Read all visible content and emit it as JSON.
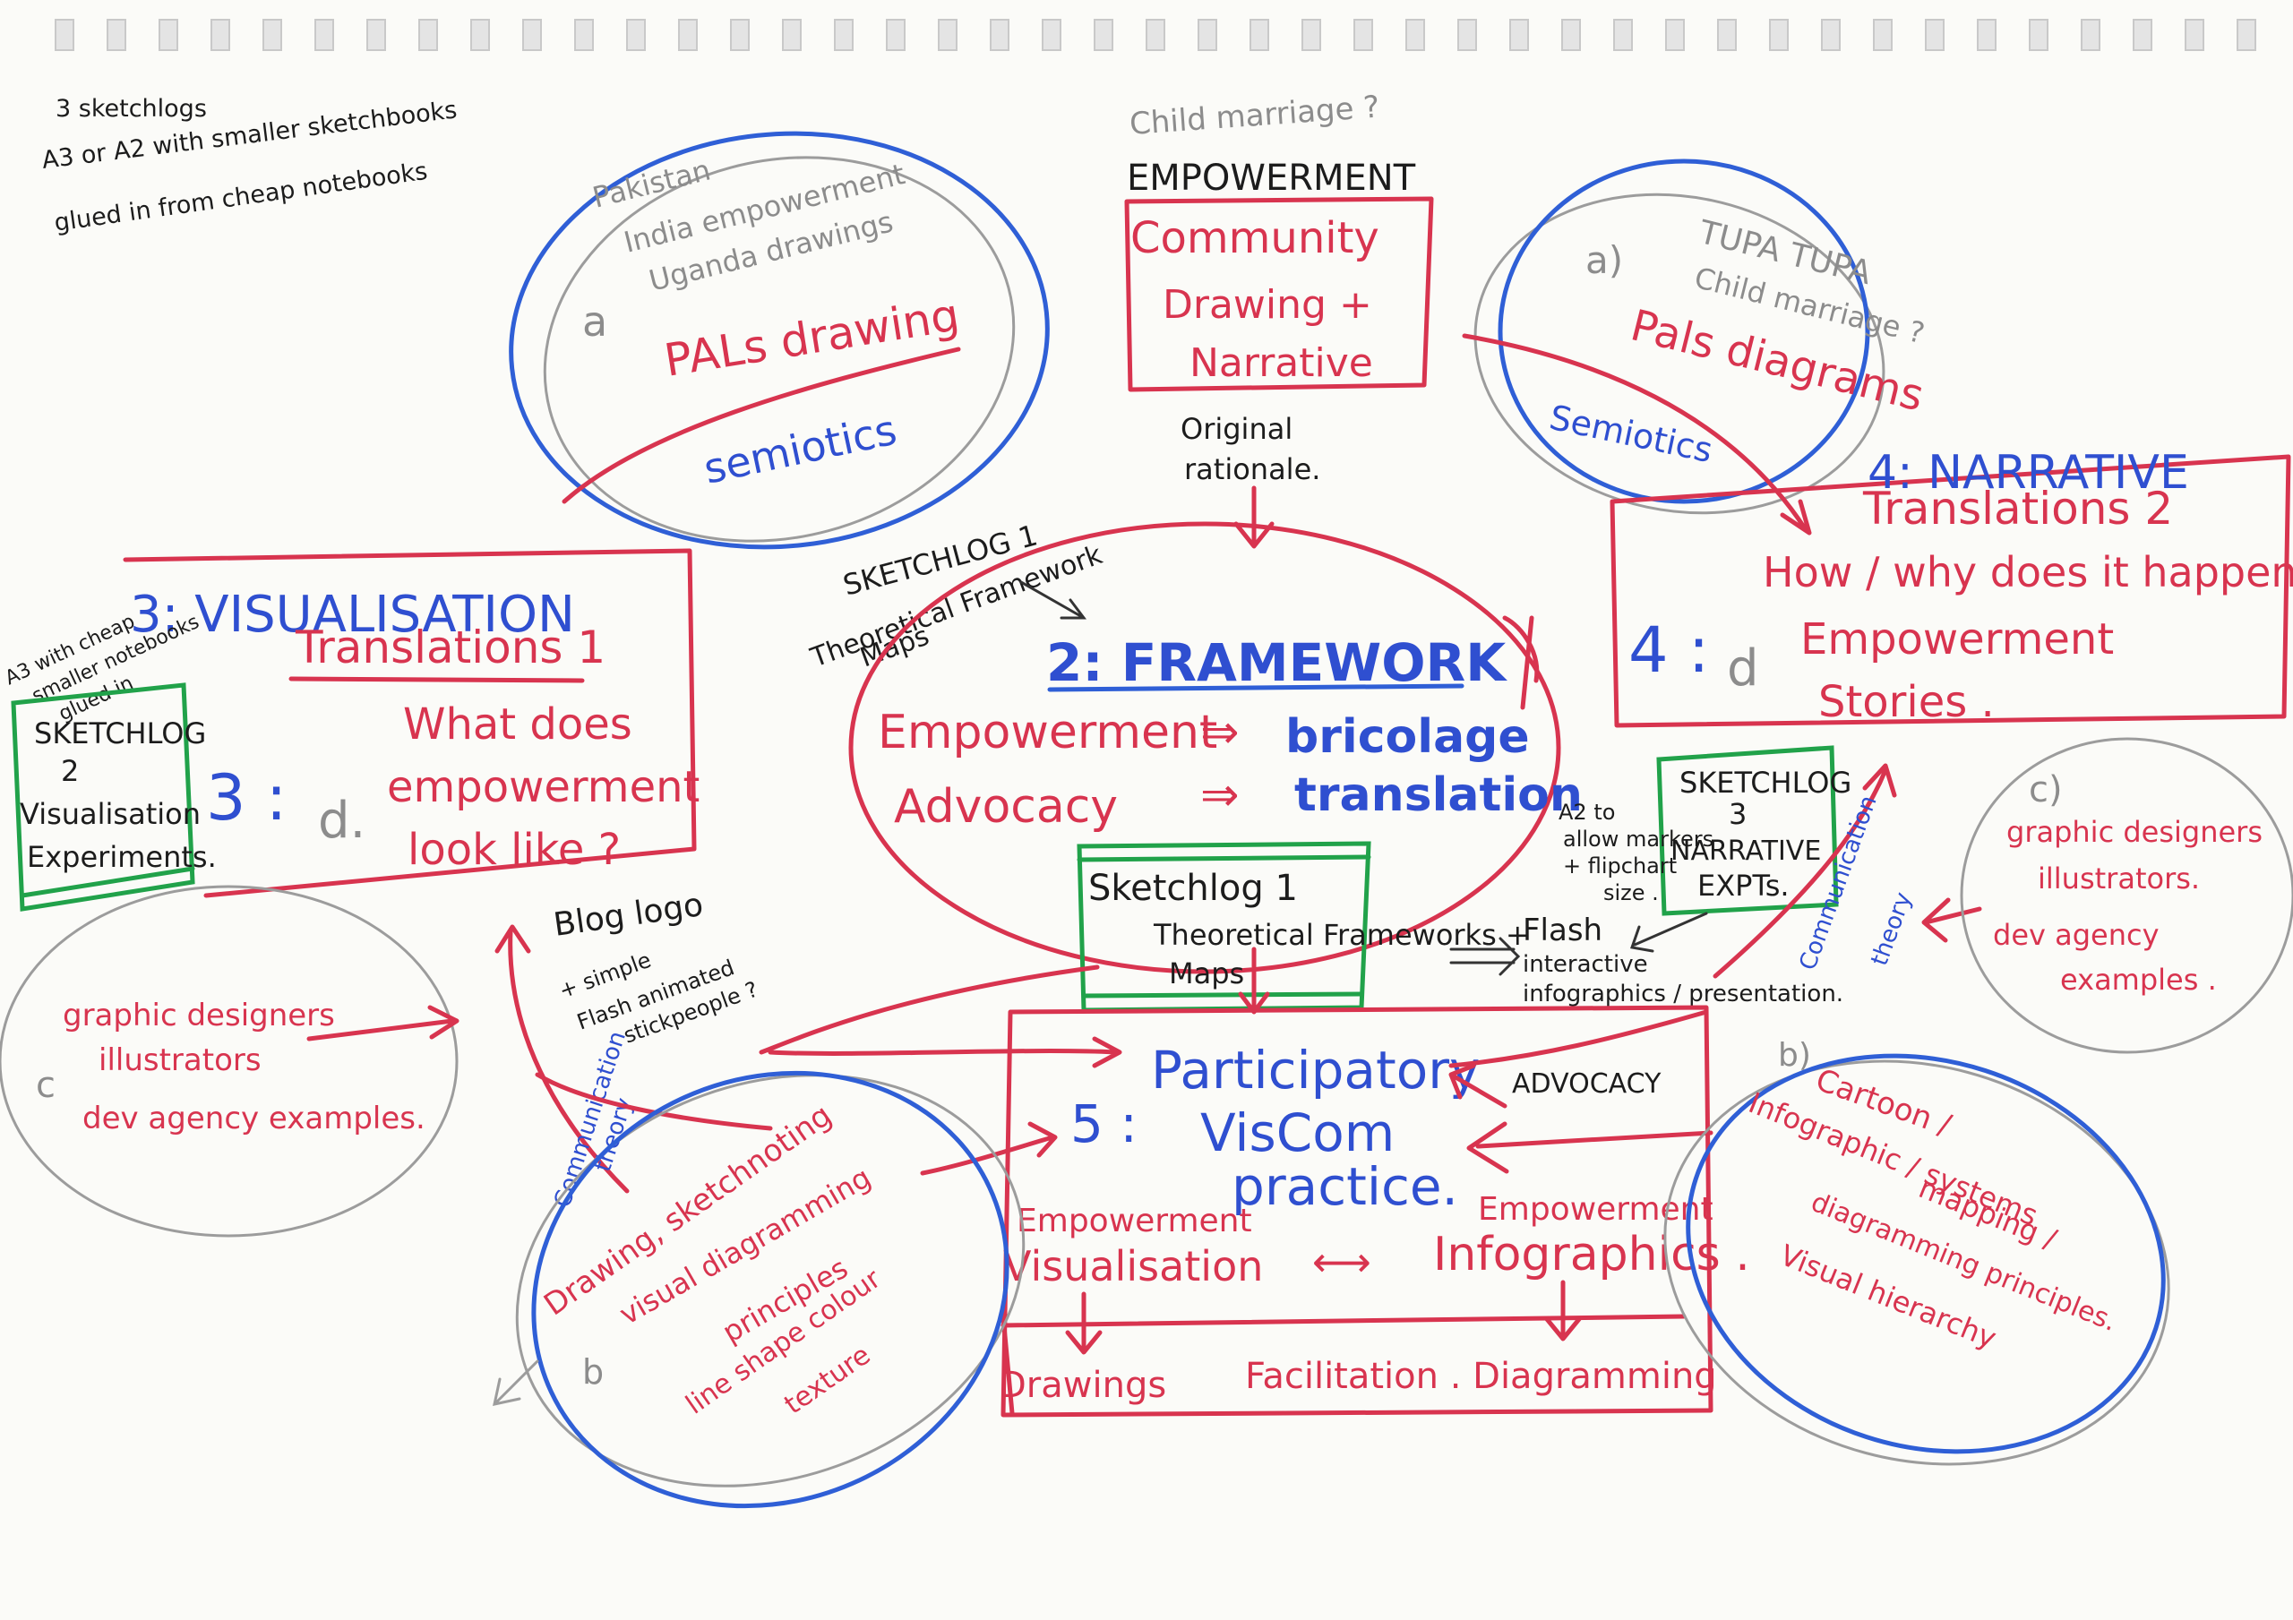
{
  "header_note": [
    "3 sketchlogs",
    "A3 or A2 with smaller sketchbooks",
    "glued in from cheap notebooks"
  ],
  "empowerment": {
    "question": "Child marriage ?",
    "title": "EMPOWERMENT",
    "lines": [
      "Community",
      "Drawing +",
      "Narrative"
    ],
    "note": [
      "Original",
      "rationale."
    ]
  },
  "bubble_a_left": {
    "grey_lines": [
      "Pakistan",
      "India empowerment",
      "Uganda drawings"
    ],
    "letter": "a",
    "red": "PALs drawing",
    "blue": "semiotics"
  },
  "bubble_a_right": {
    "letter": "a)",
    "grey_lines": [
      "TUPA TUPA",
      "Child marriage ?"
    ],
    "red": "Pals diagrams",
    "blue": "Semiotics"
  },
  "sketchlog1_label": [
    "SKETCHLOG 1",
    "Theoretical Framework",
    "Maps"
  ],
  "framework": {
    "title": "2: FRAMEWORK",
    "row1_left": "Empowerment",
    "row1_right": "bricolage",
    "row2_left": "Advocacy",
    "row2_right": "translation"
  },
  "sketchlog1_box": [
    "Sketchlog 1",
    "Theoretical Frameworks +",
    "Maps"
  ],
  "visualisation": {
    "title": "3: VISUALISATION",
    "subtitle": "Translations 1",
    "number": "3 :",
    "letter": "d.",
    "question": [
      "What does",
      "empowerment",
      "look like ?"
    ],
    "side_note": [
      "A3 with cheap",
      "smaller notebooks",
      "glued in"
    ]
  },
  "sketchlog2_box": [
    "SKETCHLOG",
    "2",
    "Visualisation",
    "Experiments."
  ],
  "narrative": {
    "title": "4: NARRATIVE",
    "subtitle": "Translations 2",
    "question": "How / why does it happen ?",
    "number": "4 :",
    "letter": "d",
    "lines": [
      "Empowerment",
      "Stories ."
    ]
  },
  "sketchlog3_box": [
    "SKETCHLOG",
    "3",
    "NARRATIVE",
    "EXPTs."
  ],
  "a2_note": [
    "A2 to",
    "allow markers",
    "+ flipchart",
    "size ."
  ],
  "flash_note": [
    "Flash",
    "interactive",
    "infographics / presentation."
  ],
  "blog_note": [
    "Blog logo",
    "+ simple",
    "Flash animated",
    "stickpeople ?"
  ],
  "practice": {
    "number": "5 :",
    "lines": [
      "Participatory",
      "VisCom",
      "practice."
    ],
    "advocacy": "ADVOCACY",
    "left_top": "Empowerment",
    "left_main": "Visualisation",
    "right_top": "Empowerment",
    "right_main": "Infographics .",
    "bottom": [
      "Drawings",
      "Facilitation . Diagramming"
    ]
  },
  "bubble_c_left": {
    "letter": "c",
    "lines": [
      "graphic designers",
      "illustrators",
      "dev agency examples."
    ]
  },
  "bubble_c_right": {
    "letter": "c)",
    "lines": [
      "graphic designers",
      "illustrators.",
      "dev agency",
      "examples ."
    ]
  },
  "bubble_b_left": {
    "letter": "b",
    "lines": [
      "Drawing, sketchnoting",
      "visual diagramming",
      "principles",
      "line shape colour",
      "texture"
    ]
  },
  "bubble_b_right": {
    "letter": "b)",
    "lines": [
      "Cartoon /",
      "Infographic / systems",
      "mapping /",
      "diagramming principles.",
      "Visual hierarchy"
    ]
  },
  "connector_labels": {
    "comm_left": "Communication",
    "theory_left": "theory",
    "comm_right": "Communication",
    "theory_right": "theory"
  }
}
